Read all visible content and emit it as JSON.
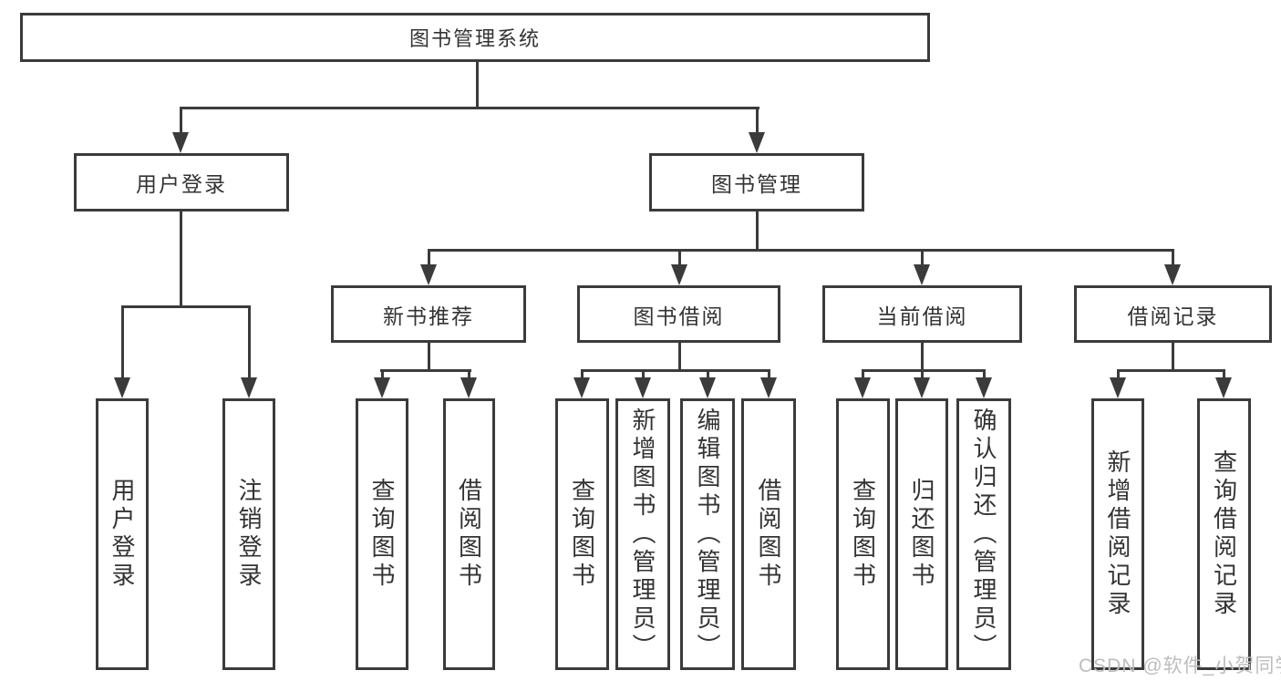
{
  "diagram": {
    "root": {
      "label": "图书管理系统"
    },
    "branches": [
      {
        "label": "用户登录",
        "children": [
          {
            "label": "用户登录"
          },
          {
            "label": "注销登录"
          }
        ]
      },
      {
        "label": "图书管理",
        "children": [
          {
            "label": "新书推荐",
            "children": [
              {
                "label": "查询图书"
              },
              {
                "label": "借阅图书"
              }
            ]
          },
          {
            "label": "图书借阅",
            "children": [
              {
                "label": "查询图书"
              },
              {
                "label": "新增图书（管理员）"
              },
              {
                "label": "编辑图书（管理员）"
              },
              {
                "label": "借阅图书"
              }
            ]
          },
          {
            "label": "当前借阅",
            "children": [
              {
                "label": "查询图书"
              },
              {
                "label": "归还图书"
              },
              {
                "label": "确认归还（管理员）"
              }
            ]
          },
          {
            "label": "借阅记录",
            "children": [
              {
                "label": "新增借阅记录"
              },
              {
                "label": "查询借阅记录"
              }
            ]
          }
        ]
      }
    ]
  },
  "watermark": {
    "text": "CSDN @软件_小贺同学",
    "color": "#bdbdbd"
  },
  "colors": {
    "line": "#3b3b3b",
    "text": "#333333",
    "background": "#ffffff"
  }
}
